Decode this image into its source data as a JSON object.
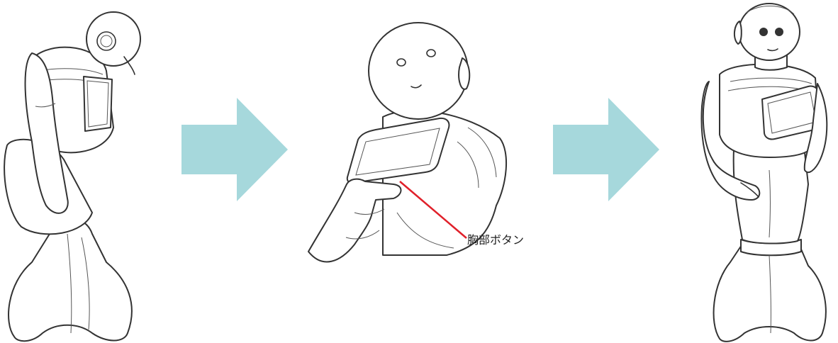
{
  "arrow_color": "#A6D8DC",
  "leader_color": "#E0202A",
  "panels": [
    {
      "state": "robot-slumped-off"
    },
    {
      "state": "hand-pressing-button"
    },
    {
      "state": "robot-standing-on"
    }
  ],
  "callout": {
    "label": "胸部ボタン"
  }
}
